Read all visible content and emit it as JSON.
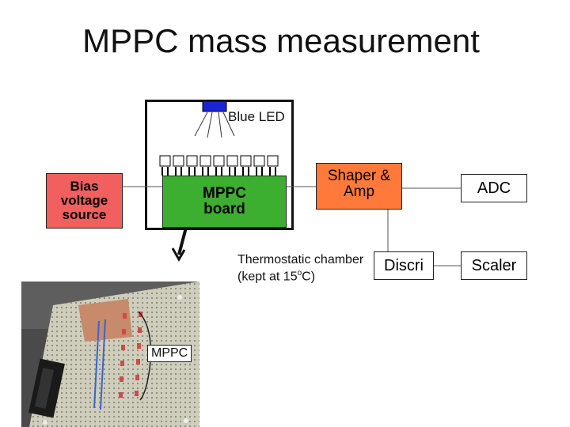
{
  "title": "MPPC mass measurement",
  "led_label": "Blue LED",
  "blocks": {
    "bias": "Bias voltage source",
    "mppc": "MPPC board",
    "shaper": "Shaper & Amp",
    "adc": "ADC",
    "discri": "Discri",
    "scaler": "Scaler"
  },
  "thermostatic": {
    "line1": "Thermostatic chamber",
    "line2_prefix": "(kept at 15",
    "line2_sup": "o",
    "line2_suffix": "C)"
  },
  "photo_label": "MPPC",
  "colors": {
    "bias_fill": "#f25f5f",
    "mppc_fill": "#3cae30",
    "shaper_fill": "#ff7a3a",
    "led_fill": "#1a25d8",
    "frame": "#111111"
  }
}
